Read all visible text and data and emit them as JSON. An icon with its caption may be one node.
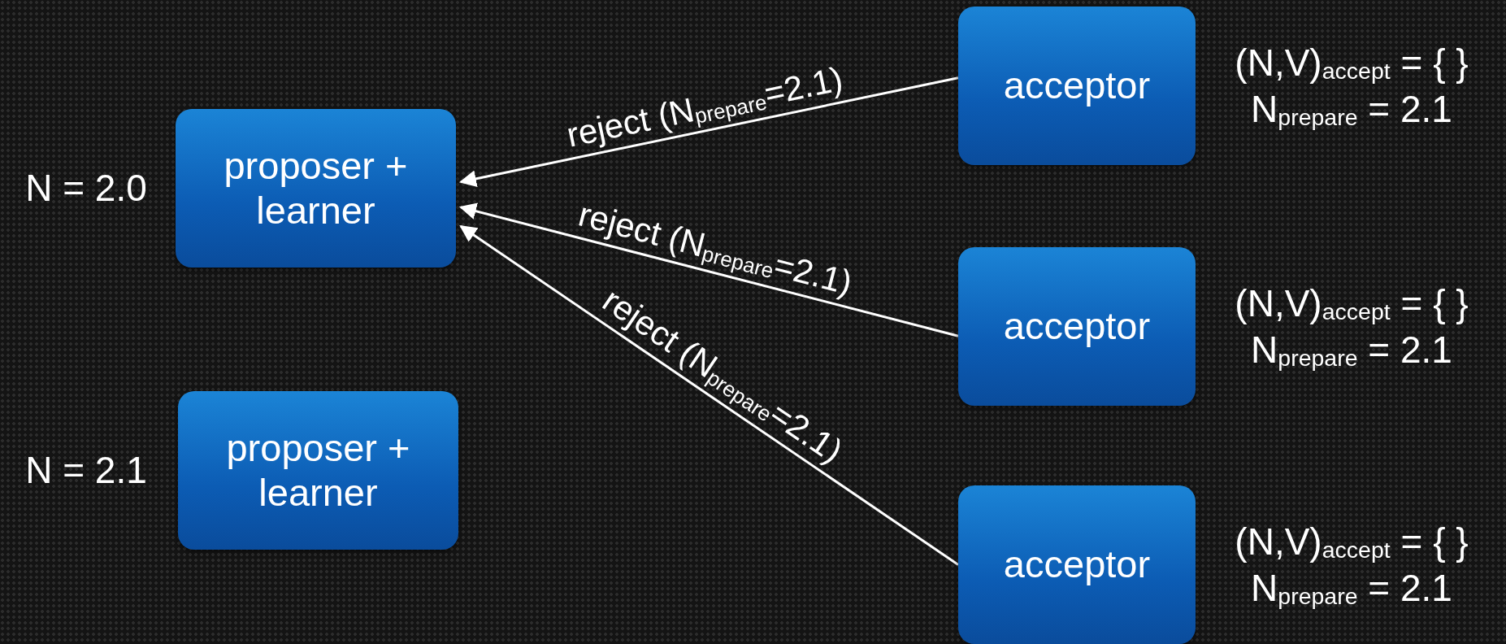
{
  "diagram": {
    "nodes": [
      {
        "text": [
          "proposer + learner"
        ],
        "beside": [
          "N = 2.0"
        ]
      },
      {
        "text": [
          "proposer + learner"
        ],
        "beside": [
          "N = 2.1"
        ]
      },
      {
        "text": [
          "acceptor"
        ],
        "beside": [
          "(N,V)$_{accept}$ = { }",
          "N$_{prepare}$ = 2.1"
        ]
      },
      {
        "text": [
          "acceptor"
        ],
        "beside": [
          "(N,V)$_{accept}$ = { }",
          "N$_{prepare}$ = 2.1"
        ]
      },
      {
        "text": [
          "acceptor"
        ],
        "beside": [
          "(N,V)$_{accept}$ = { }",
          "N$_{prepare}$ = 2.1"
        ]
      }
    ],
    "edges": [
      {
        "from": 2,
        "to": 0,
        "arrow": "to",
        "label": "reject (N$_{prepare}$=2.1)"
      },
      {
        "from": 3,
        "to": 0,
        "arrow": "to",
        "label": "reject (N$_{prepare}$=2.1)"
      },
      {
        "from": 4,
        "to": 0,
        "arrow": "to",
        "label": "reject (N$_{prepare}$=2.1)"
      }
    ]
  }
}
